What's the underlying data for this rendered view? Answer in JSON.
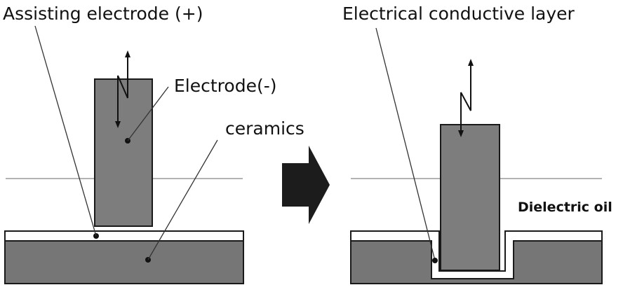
{
  "left_panel": {
    "labels": {
      "assisting_electrode": "Assisting electrode (+)",
      "electrode": "Electrode(-)",
      "ceramics": "ceramics"
    }
  },
  "right_panel": {
    "labels": {
      "conductive_layer": "Electrical conductive layer",
      "dielectric_oil": "Dielectric oil"
    }
  },
  "colors": {
    "electrode_fill": "#7d7d7d",
    "ceramic_fill": "#767676",
    "outline": "#1a1a1a",
    "arrow_fill": "#1c1c1c",
    "oil_line": "#9a9a9a",
    "background": "#ffffff"
  }
}
